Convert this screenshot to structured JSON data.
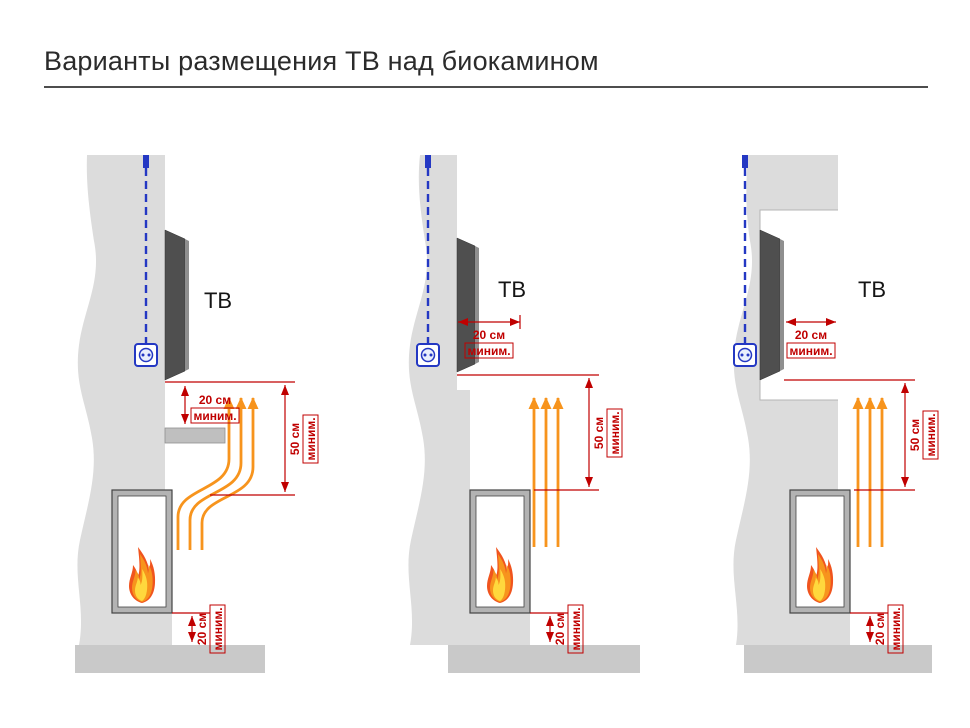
{
  "title": "Варианты размещения ТВ над биокамином",
  "colors": {
    "dimension_red": "#c00000",
    "cable_blue": "#2438c3",
    "wall_gray": "#dcdcdc",
    "flame_orange": "#f7941d",
    "flame_core_yellow": "#ffd83d",
    "flame_red": "#f0541e"
  },
  "panels": [
    {
      "tv_label": "ТВ",
      "dim_tv_gap": "20 см",
      "dim_tv_gap_suffix": "миним.",
      "dim_flame_gap": "50 см",
      "dim_flame_gap_suffix": "миним.",
      "dim_floor_gap": "20 см",
      "dim_floor_gap_suffix": "миним."
    },
    {
      "tv_label": "ТВ",
      "dim_tv_gap": "20 см",
      "dim_tv_gap_suffix": "миним.",
      "dim_flame_gap": "50 см",
      "dim_flame_gap_suffix": "миним.",
      "dim_floor_gap": "20 см",
      "dim_floor_gap_suffix": "миним."
    },
    {
      "tv_label": "ТВ",
      "dim_tv_gap": "20 см",
      "dim_tv_gap_suffix": "миним.",
      "dim_flame_gap": "50 см",
      "dim_flame_gap_suffix": "миним.",
      "dim_floor_gap": "20 см",
      "dim_floor_gap_suffix": "миним."
    }
  ]
}
